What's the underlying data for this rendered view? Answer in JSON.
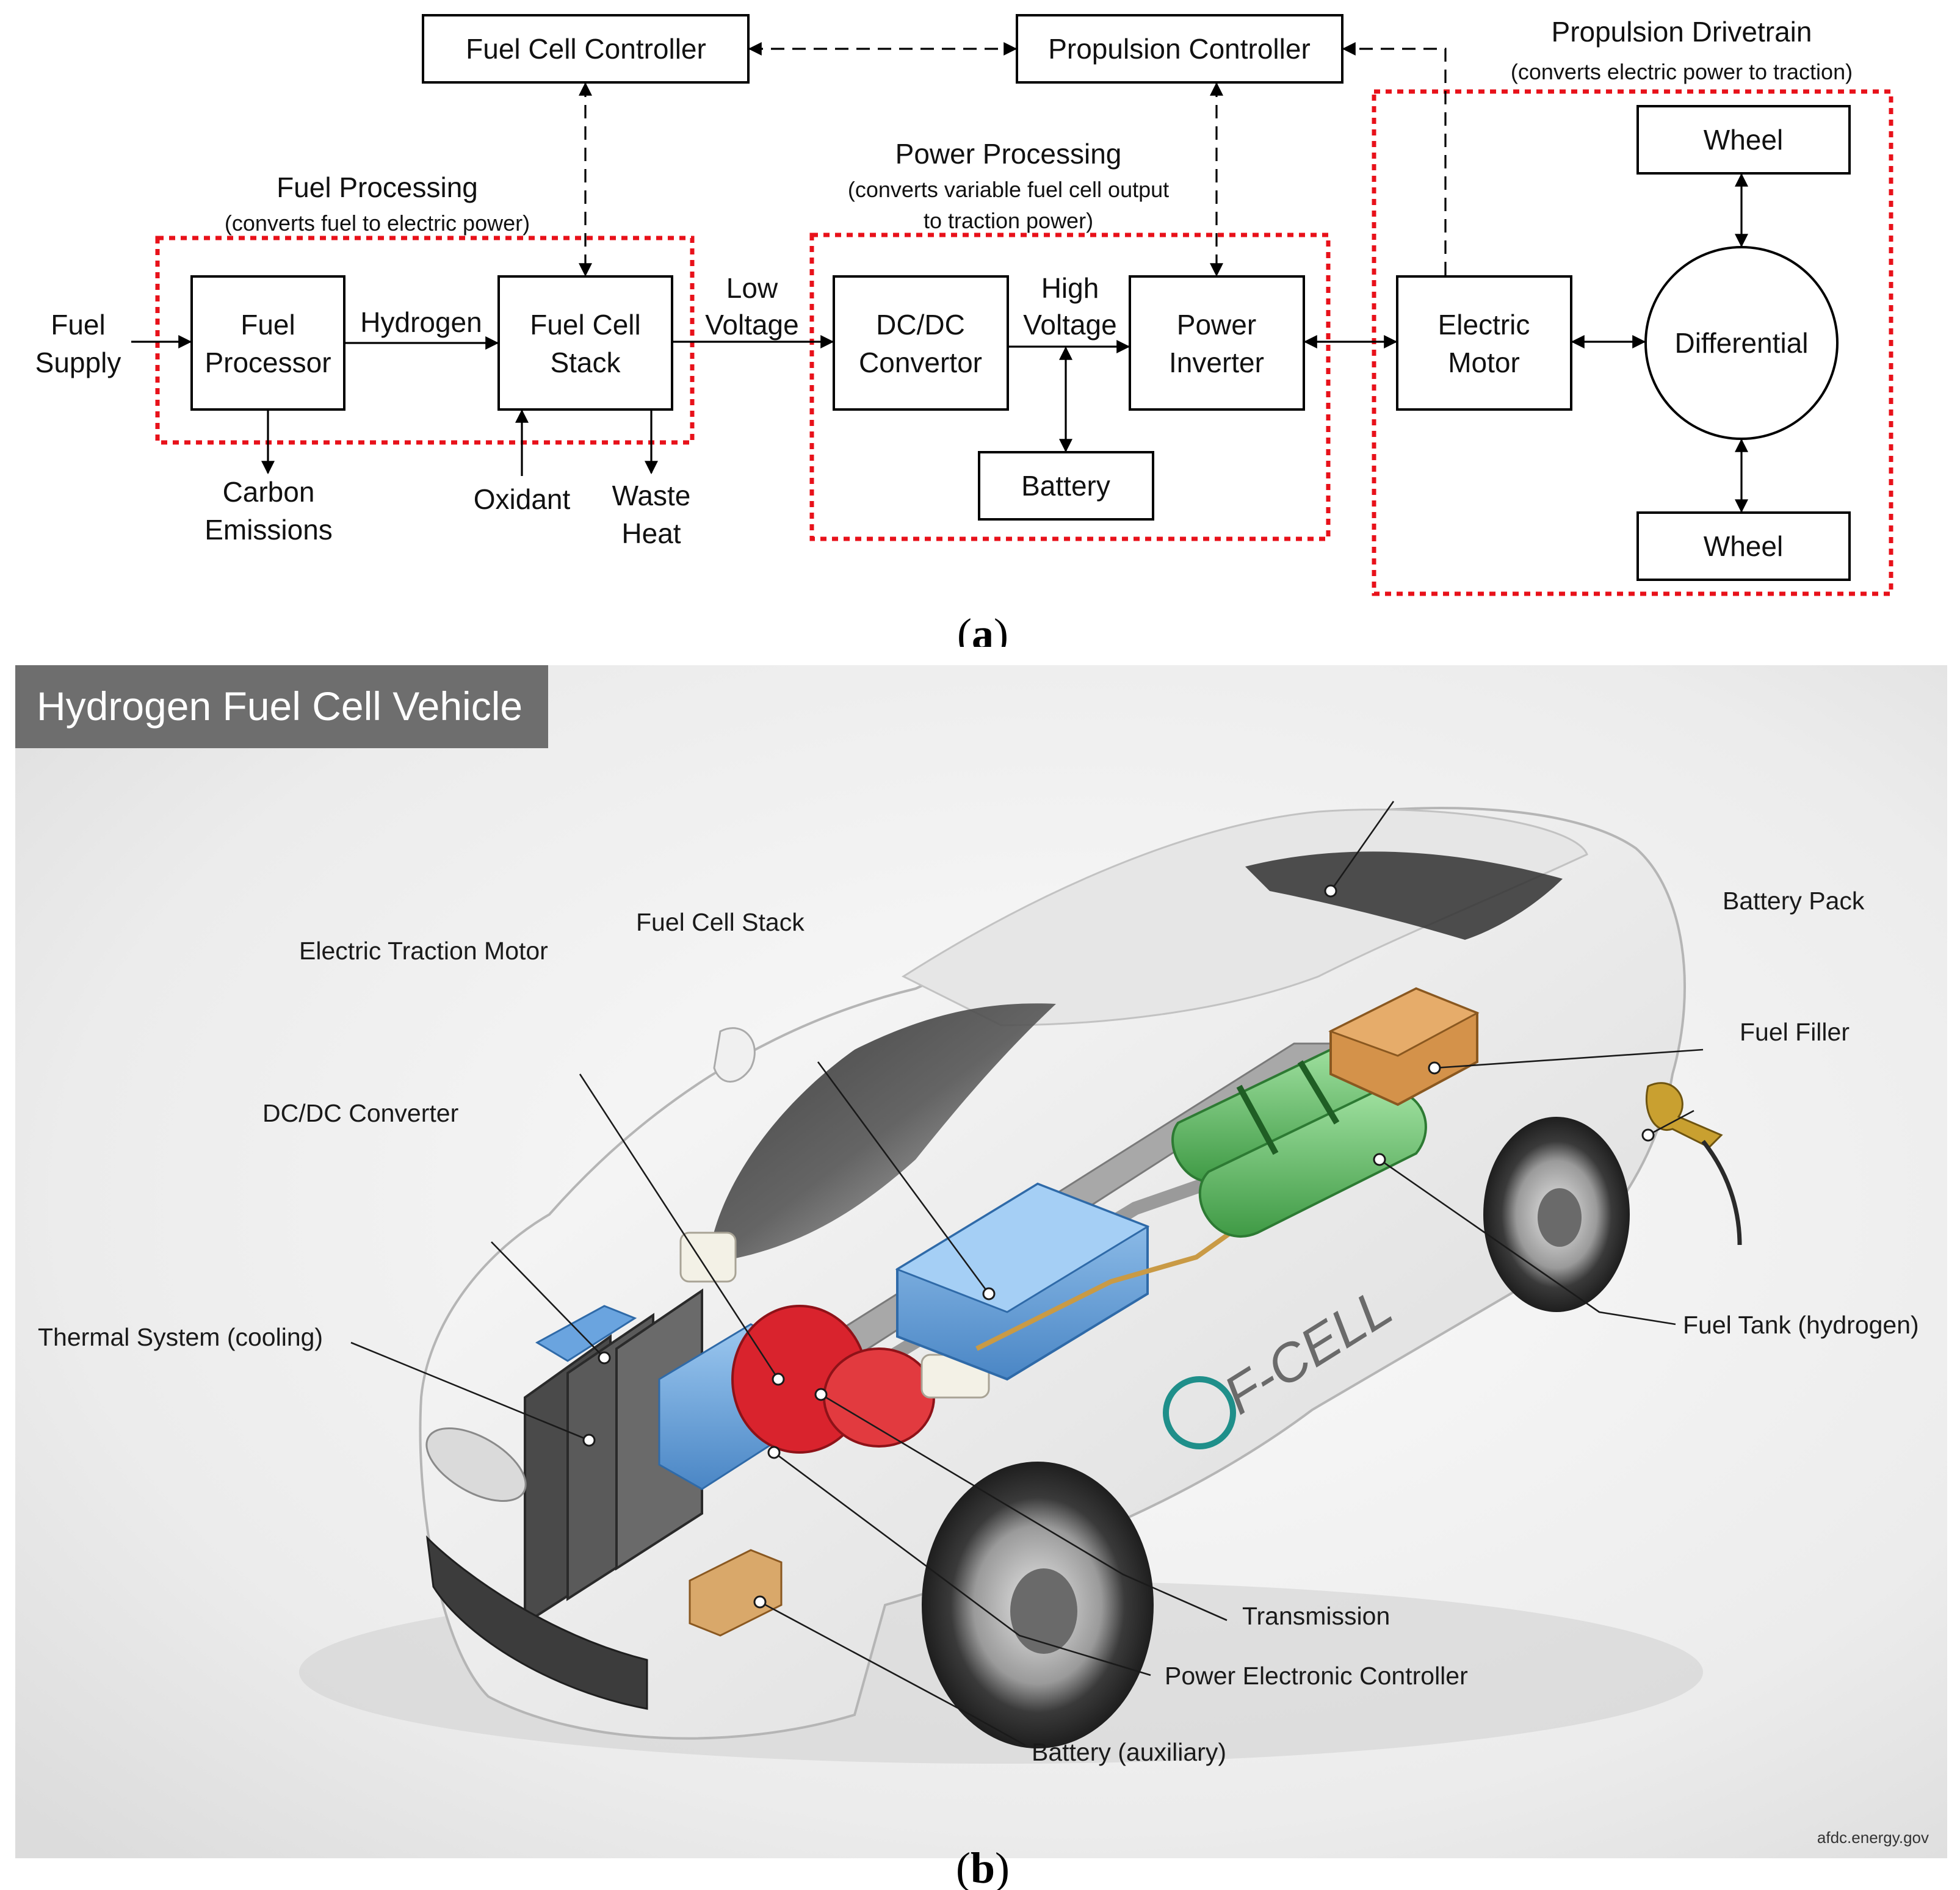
{
  "diagram_a": {
    "caption": "a",
    "nodes": {
      "fuel_cell_controller": "Fuel Cell Controller",
      "propulsion_controller": "Propulsion Controller",
      "fuel_processor_1": "Fuel",
      "fuel_processor_2": "Processor",
      "fuel_cell_stack_1": "Fuel Cell",
      "fuel_cell_stack_2": "Stack",
      "dcdc_1": "DC/DC",
      "dcdc_2": "Convertor",
      "power_inverter_1": "Power",
      "power_inverter_2": "Inverter",
      "battery": "Battery",
      "electric_motor_1": "Electric",
      "electric_motor_2": "Motor",
      "differential": "Differential",
      "wheel_top": "Wheel",
      "wheel_bottom": "Wheel"
    },
    "groups": {
      "fuel_processing_title": "Fuel Processing",
      "fuel_processing_sub": "(converts fuel to electric power)",
      "power_processing_title": "Power Processing",
      "power_processing_sub_1": "(converts variable fuel cell output",
      "power_processing_sub_2": "to traction power)",
      "propulsion_title": "Propulsion Drivetrain",
      "propulsion_sub": "(converts electric power to traction)"
    },
    "labels": {
      "fuel_supply_1": "Fuel",
      "fuel_supply_2": "Supply",
      "hydrogen": "Hydrogen",
      "low_voltage_1": "Low",
      "low_voltage_2": "Voltage",
      "high_voltage_1": "High",
      "high_voltage_2": "Voltage",
      "carbon_1": "Carbon",
      "carbon_2": "Emissions",
      "oxidant": "Oxidant",
      "waste_heat_1": "Waste",
      "waste_heat_2": "Heat"
    }
  },
  "figure_b": {
    "caption": "b",
    "header": "Hydrogen Fuel Cell Vehicle",
    "credit": "afdc.energy.gov",
    "body_text": "F-CELL",
    "callouts": {
      "electric_traction_motor": "Electric Traction Motor",
      "fuel_cell_stack": "Fuel Cell Stack",
      "battery_pack": "Battery Pack",
      "fuel_filler": "Fuel Filler",
      "dcdc_converter": "DC/DC Converter",
      "thermal_system": "Thermal System (cooling)",
      "fuel_tank": "Fuel Tank (hydrogen)",
      "transmission": "Transmission",
      "power_electronic_controller": "Power Electronic Controller",
      "battery_auxiliary": "Battery (auxiliary)"
    },
    "colors": {
      "header_bg": "#6e6e6e",
      "fuel_cell_blue": "#5b9bd5",
      "motor_red": "#d9232d",
      "tank_green": "#5fb85f",
      "battery_orange": "#d4924a"
    }
  }
}
